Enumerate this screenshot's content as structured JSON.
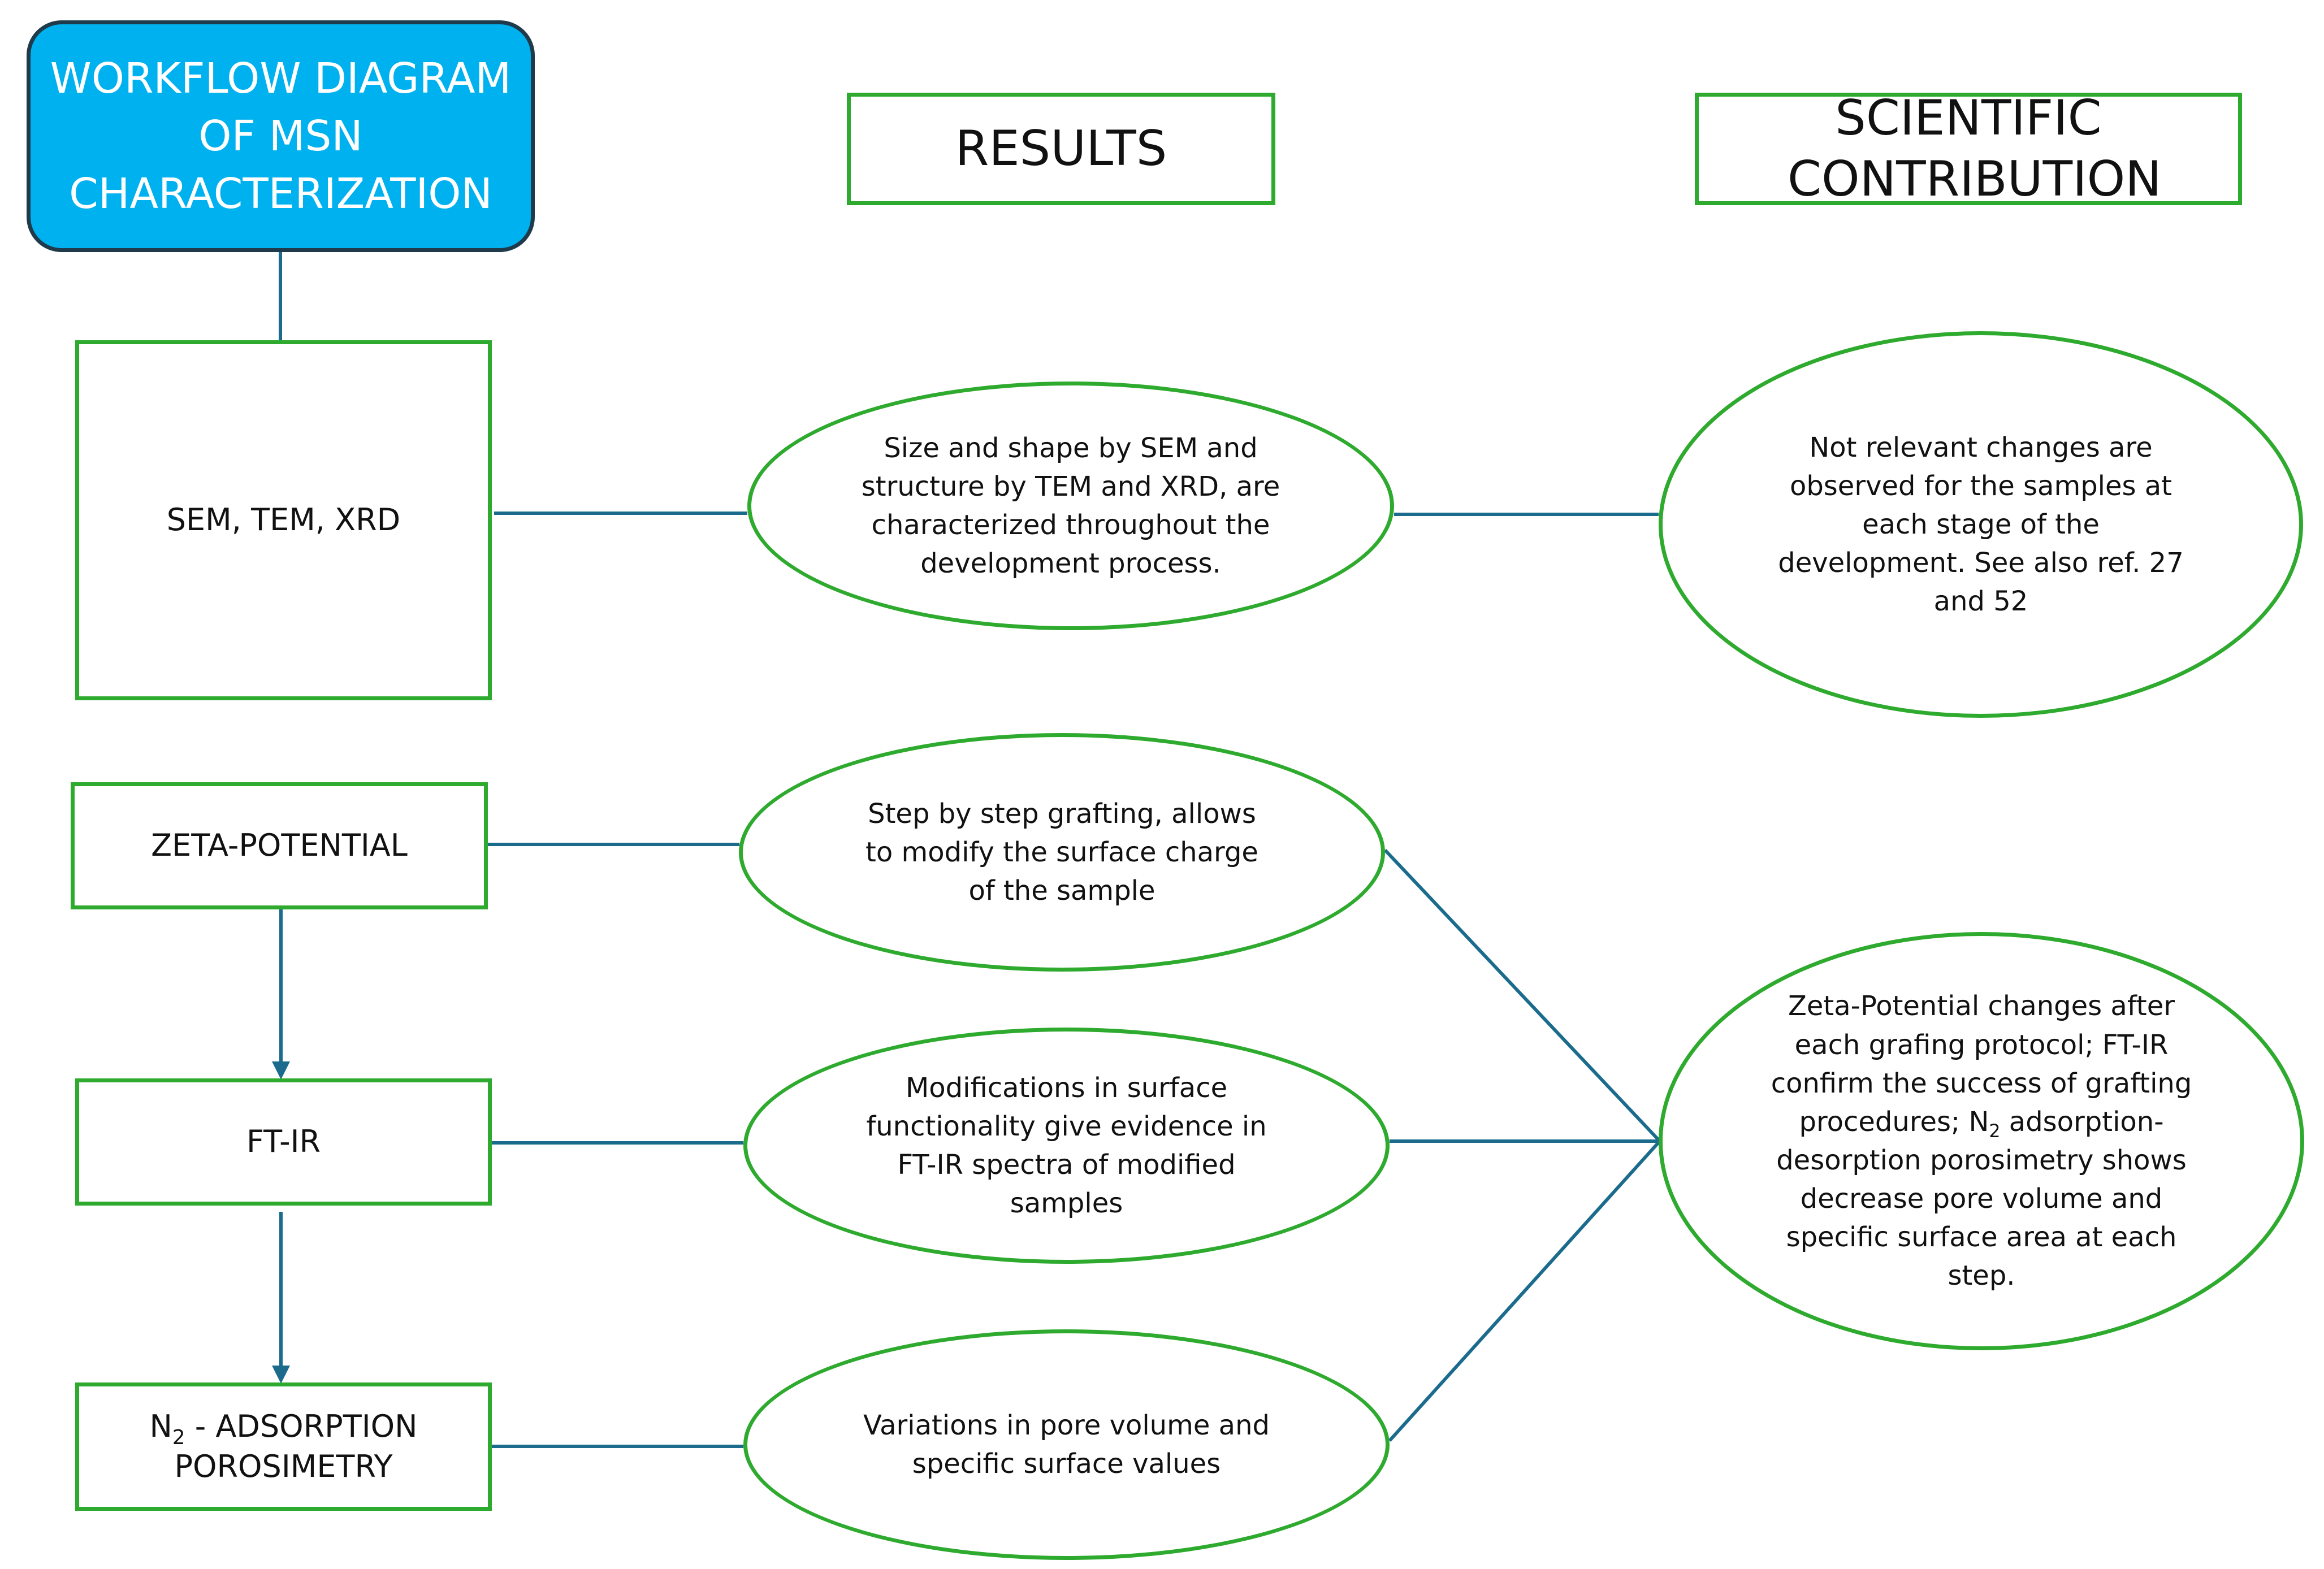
{
  "title": "WORKFLOW DIAGRAM OF MSN CHARACTERIZATION",
  "headers": {
    "results": "RESULTS",
    "contribution": "SCIENTIFIC CONTRIBUTION"
  },
  "techniques": {
    "sem": "SEM, TEM, XRD",
    "zeta": "ZETA-POTENTIAL",
    "ftir": "FT-IR",
    "n2_prefix": "N",
    "n2_sub": "2",
    "n2_rest": " - ADSORPTION",
    "n2_line2": "POROSIMETRY"
  },
  "results": {
    "sem": "Size and shape by SEM and structure by TEM and XRD, are characterized throughout the development process.",
    "zeta": "Step by step grafting, allows to modify the surface charge of the sample",
    "ftir": "Modifications in surface functionality give evidence in FT-IR spectra of modified samples",
    "n2": "Variations in pore volume and specific surface values"
  },
  "contributions": {
    "sem": "Not relevant changes are observed for the samples at each stage of the development. See also ref. 27 and 52",
    "grafting_part1": "Zeta-Potential changes after each grafing protocol; FT-IR confirm the success of grafting procedures;  N",
    "grafting_sub": "2",
    "grafting_part2": " adsorption-desorption porosimetry shows decrease pore volume and specific surface area at each step."
  },
  "colors": {
    "title_fill": "#00b1ef",
    "box_border": "#2eaa2e",
    "connector": "#1a6b8c"
  }
}
